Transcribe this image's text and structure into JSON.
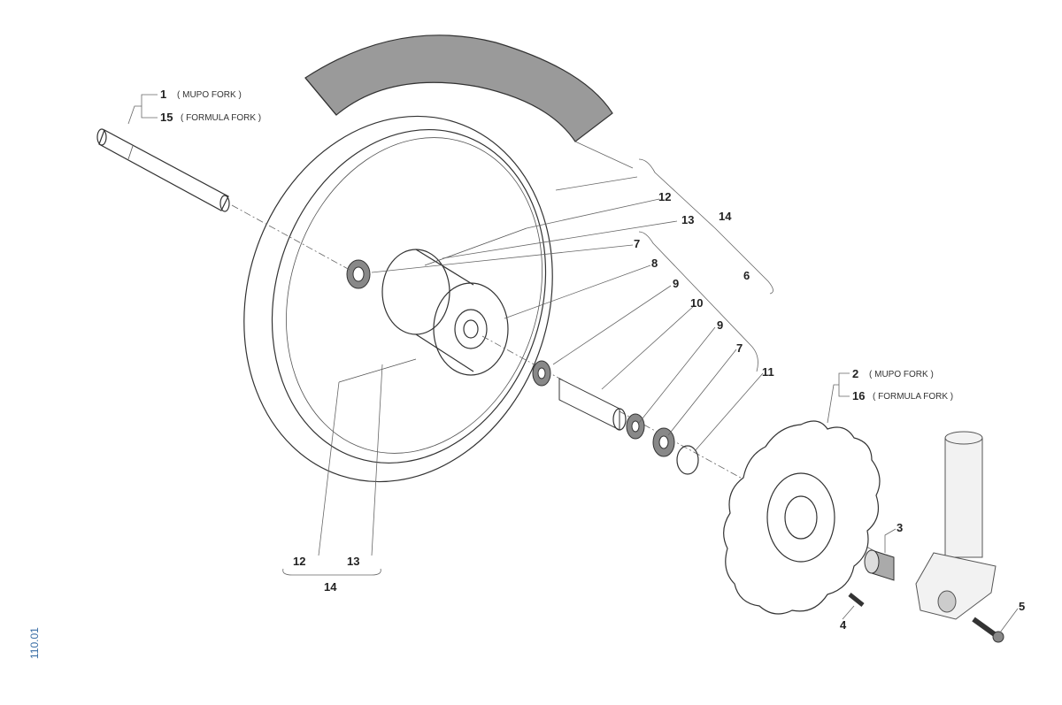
{
  "diagram": {
    "reference_code": "110.01",
    "callouts": {
      "axle": {
        "primary": {
          "number": "1",
          "note": "( MUPO FORK )"
        },
        "alternate": {
          "number": "15",
          "note": "( FORMULA FORK )"
        }
      },
      "brake_disc": {
        "primary": {
          "number": "2",
          "note": "( MUPO FORK )"
        },
        "alternate": {
          "number": "16",
          "note": "( FORMULA FORK )"
        }
      },
      "spacer": "3",
      "disc_screw": "4",
      "fork_screw": "5",
      "wheel_assembly": "6",
      "bearing_left": "7",
      "bearing_right": "7",
      "hub": "8",
      "seal_left": "9",
      "seal_right": "9",
      "inner_spacer": "10",
      "circlip": "11",
      "spoke_upper": "12",
      "nipple_upper": "13",
      "rim_kit_upper": "14",
      "spoke_lower": "12",
      "nipple_lower": "13",
      "rim_kit_lower": "14"
    }
  }
}
